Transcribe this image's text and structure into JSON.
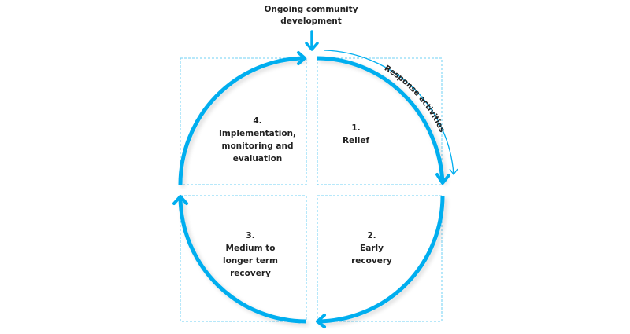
{
  "title": "Ongoing community development",
  "title_lines": [
    "Ongoing community",
    "development"
  ],
  "response_label": "Response activities",
  "colors": {
    "accent": "#00aeef",
    "text": "#222222",
    "dashed": "#6fd0f5"
  },
  "quadrants": [
    {
      "number": "1.",
      "lines": [
        "Relief"
      ]
    },
    {
      "number": "2.",
      "lines": [
        "Early",
        "recovery"
      ]
    },
    {
      "number": "3.",
      "lines": [
        "Medium to",
        "longer term",
        "recovery"
      ]
    },
    {
      "number": "4.",
      "lines": [
        "Implementation,",
        "monitoring and",
        "evaluation"
      ]
    }
  ]
}
